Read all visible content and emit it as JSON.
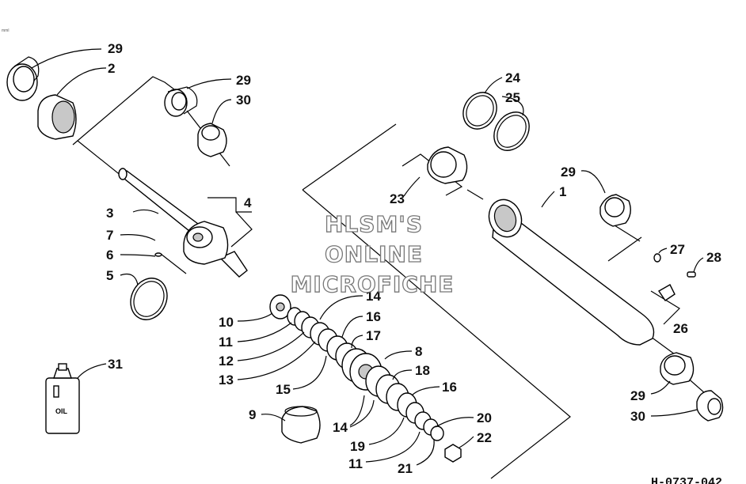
{
  "diagram": {
    "corner_mark": "mml",
    "watermark": [
      "HLSM'S",
      "ONLINE",
      "MICROFICHE"
    ],
    "drawing_code": "H-0737-042",
    "oil_text": "OIL",
    "callouts": [
      {
        "id": "c29a",
        "text": "29"
      },
      {
        "id": "c2",
        "text": "2"
      },
      {
        "id": "c29b",
        "text": "29"
      },
      {
        "id": "c30a",
        "text": "30"
      },
      {
        "id": "c4",
        "text": "4"
      },
      {
        "id": "c3",
        "text": "3"
      },
      {
        "id": "c7",
        "text": "7"
      },
      {
        "id": "c6",
        "text": "6"
      },
      {
        "id": "c5",
        "text": "5"
      },
      {
        "id": "c10",
        "text": "10"
      },
      {
        "id": "c11a",
        "text": "11"
      },
      {
        "id": "c12",
        "text": "12"
      },
      {
        "id": "c13",
        "text": "13"
      },
      {
        "id": "c14a",
        "text": "14"
      },
      {
        "id": "c16a",
        "text": "16"
      },
      {
        "id": "c17",
        "text": "17"
      },
      {
        "id": "c15",
        "text": "15"
      },
      {
        "id": "c8",
        "text": "8"
      },
      {
        "id": "c18",
        "text": "18"
      },
      {
        "id": "c16b",
        "text": "16"
      },
      {
        "id": "c9",
        "text": "9"
      },
      {
        "id": "c14b",
        "text": "14"
      },
      {
        "id": "c19",
        "text": "19"
      },
      {
        "id": "c11b",
        "text": "11"
      },
      {
        "id": "c21",
        "text": "21"
      },
      {
        "id": "c20",
        "text": "20"
      },
      {
        "id": "c22",
        "text": "22"
      },
      {
        "id": "c31",
        "text": "31"
      },
      {
        "id": "c24",
        "text": "24"
      },
      {
        "id": "c25",
        "text": "25"
      },
      {
        "id": "c23",
        "text": "23"
      },
      {
        "id": "c29c",
        "text": "29"
      },
      {
        "id": "c1",
        "text": "1"
      },
      {
        "id": "c27",
        "text": "27"
      },
      {
        "id": "c28",
        "text": "28"
      },
      {
        "id": "c26",
        "text": "26"
      },
      {
        "id": "c29d",
        "text": "29"
      },
      {
        "id": "c30b",
        "text": "30"
      }
    ]
  }
}
